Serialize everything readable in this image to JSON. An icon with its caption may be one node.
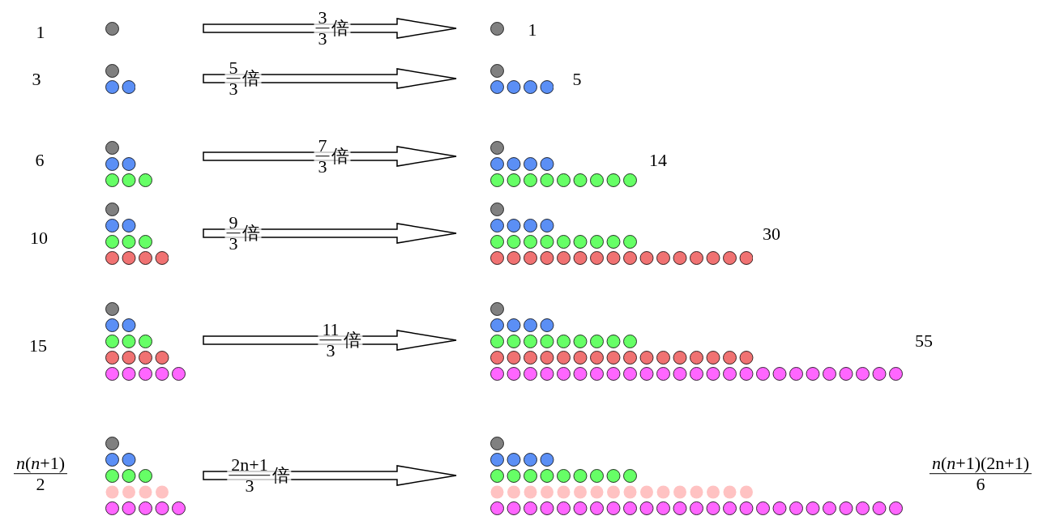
{
  "diagram": {
    "nodes": [
      {
        "text": [],
        "shape": "circle",
        "beside": [
          "1"
        ]
      },
      {
        "text": [],
        "shape": "circle",
        "beside": [
          "1"
        ]
      },
      {
        "text": [],
        "shape": "circle",
        "beside": [
          "3"
        ]
      },
      {
        "text": [],
        "shape": "circle",
        "beside": [
          "5"
        ]
      },
      {
        "text": [],
        "shape": "circle",
        "beside": [
          "6"
        ]
      },
      {
        "text": [],
        "shape": "circle",
        "beside": [
          "14"
        ]
      },
      {
        "text": [],
        "shape": "circle",
        "beside": [
          "10"
        ]
      },
      {
        "text": [],
        "shape": "circle",
        "beside": [
          "30"
        ]
      },
      {
        "text": [],
        "shape": "circle",
        "beside": [
          "15"
        ]
      },
      {
        "text": [],
        "shape": "circle",
        "beside": [
          "55"
        ]
      },
      {
        "text": [],
        "shape": "circle",
        "beside": [
          "*n*(*n*+1)",
          "2"
        ]
      },
      {
        "text": [],
        "shape": "circle",
        "beside": [
          "*n*(*n*+1)(2n+1)",
          "6"
        ]
      }
    ],
    "edges": [
      {
        "from": 0,
        "to": 1,
        "arrow": "to",
        "label": "倍"
      },
      {
        "from": 2,
        "to": 3,
        "arrow": "to",
        "label": "倍"
      },
      {
        "from": 4,
        "to": 5,
        "arrow": "to",
        "label": "倍"
      },
      {
        "from": 6,
        "to": 7,
        "arrow": "to",
        "label": "倍"
      },
      {
        "from": 8,
        "to": 9,
        "arrow": "to",
        "label": "倍"
      },
      {
        "from": 10,
        "to": 11,
        "arrow": "to",
        "label": "倍"
      }
    ],
    "labels": [
      "3",
      "3",
      "5",
      "3",
      "7",
      "3",
      "9",
      "3",
      "11",
      "3",
      "2n+1",
      "3"
    ]
  }
}
